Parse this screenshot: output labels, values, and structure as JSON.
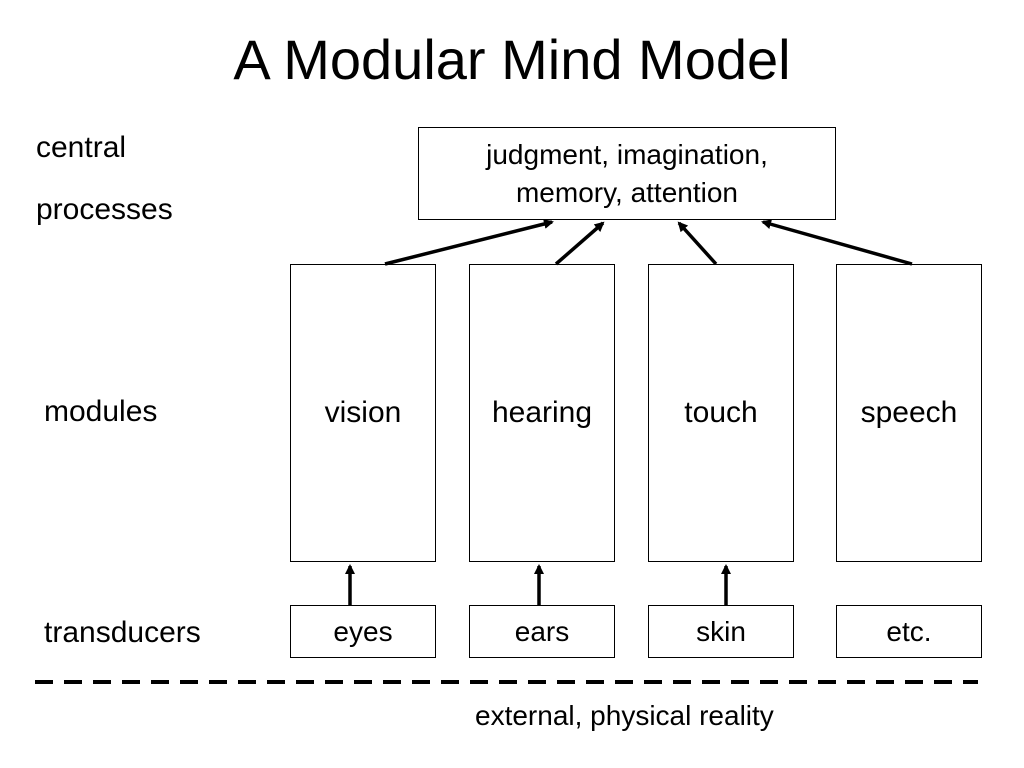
{
  "title": "A Modular Mind Model",
  "labels": {
    "central_line1": "central",
    "central_line2": "processes",
    "modules": "modules",
    "transducers": "transducers"
  },
  "central": {
    "line1": "judgment, imagination,",
    "line2": "memory, attention"
  },
  "modules": [
    "vision",
    "hearing",
    "touch",
    "speech"
  ],
  "transducers": [
    "eyes",
    "ears",
    "skin",
    "etc."
  ],
  "reality": "external, physical reality"
}
